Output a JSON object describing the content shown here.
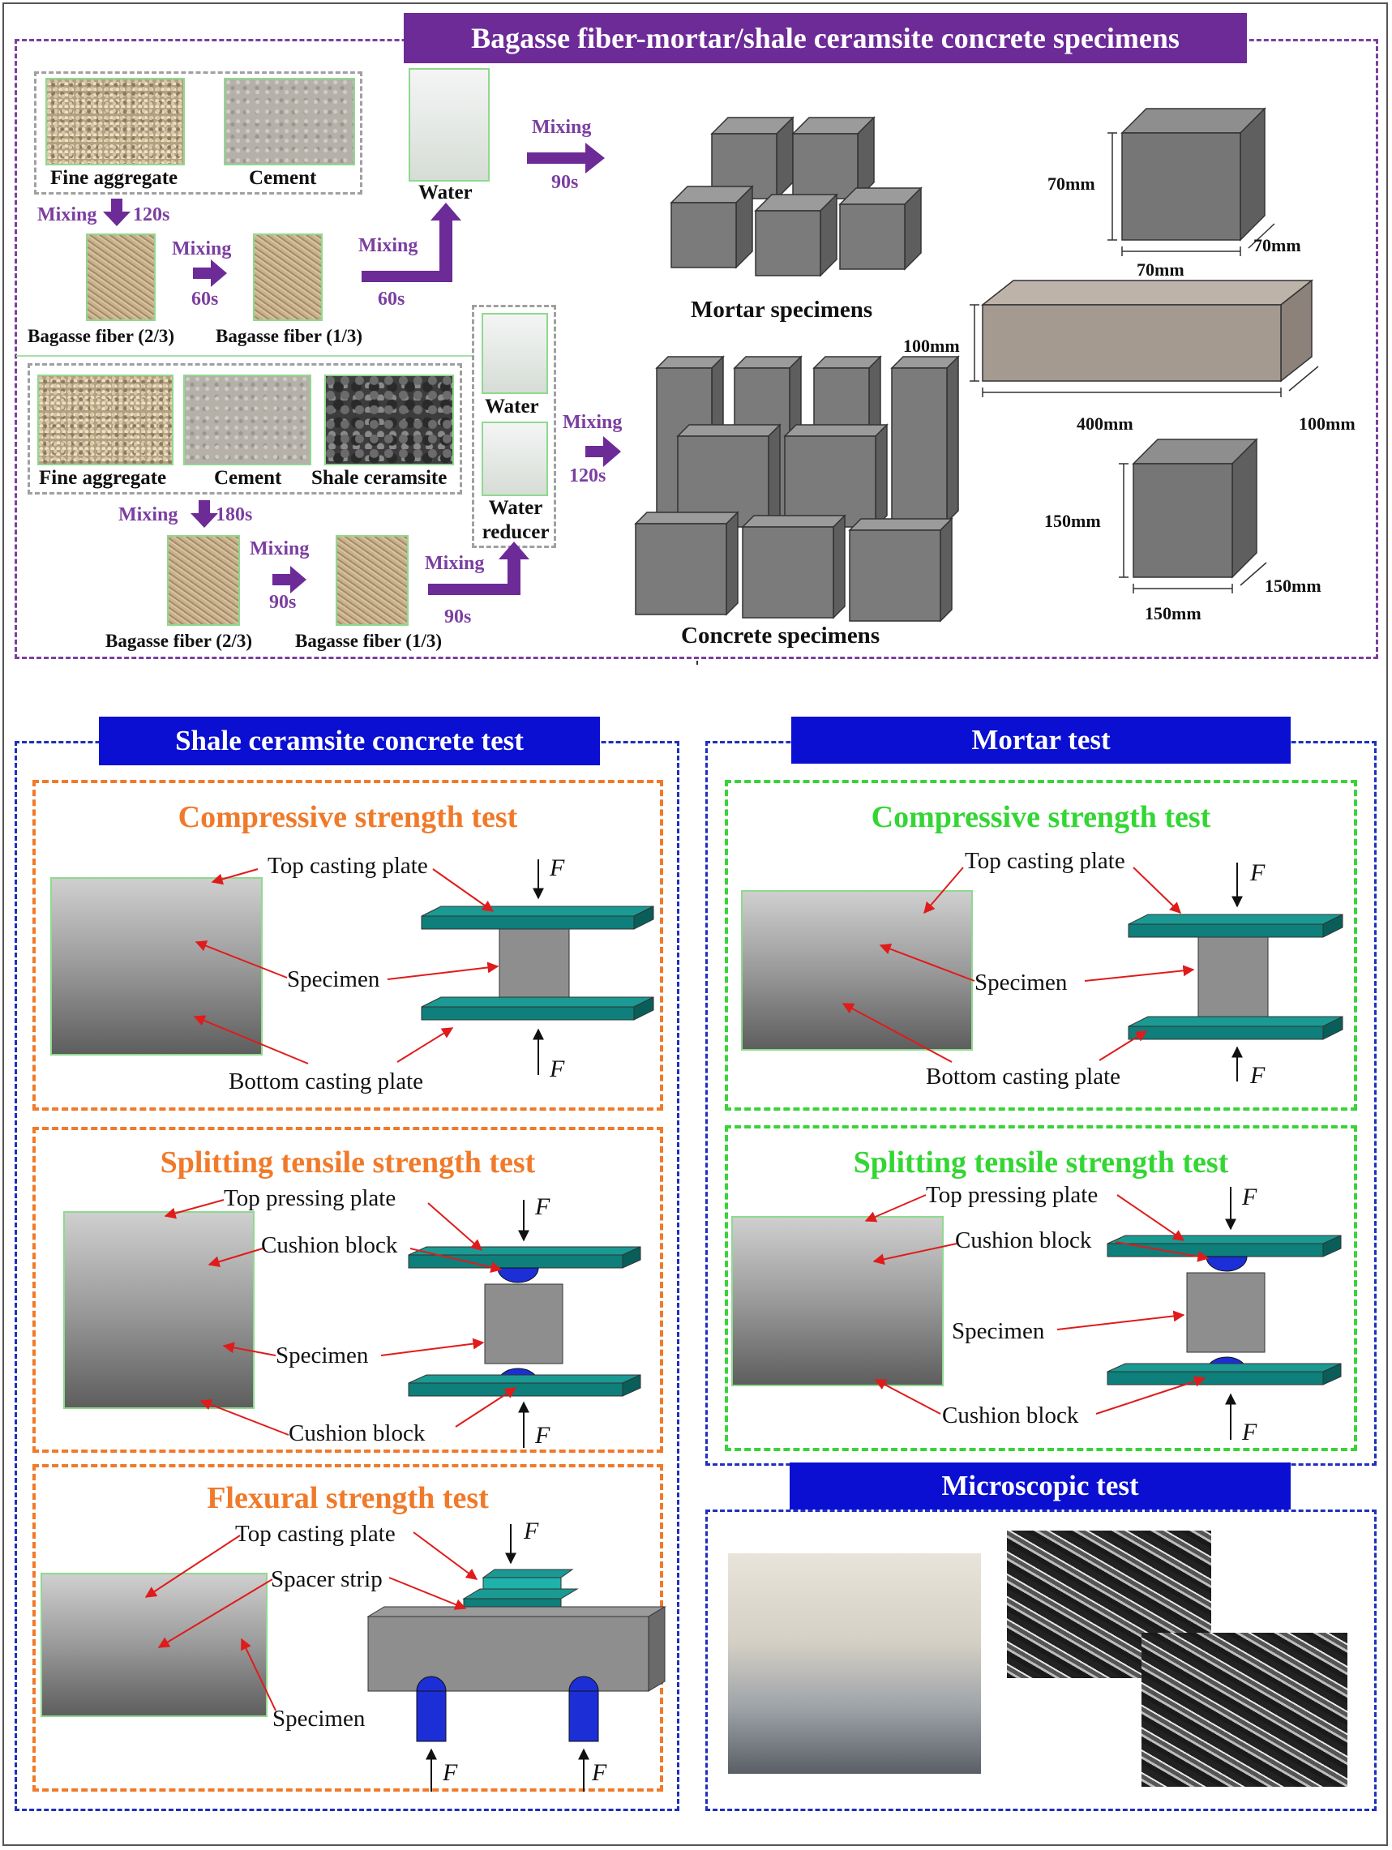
{
  "top": {
    "title": "Bagasse fiber-mortar/shale ceramsite concrete specimens",
    "mortar_mix": {
      "fine_aggregate": "Fine aggregate",
      "cement": "Cement",
      "water": "Water",
      "mix1": "Mixing",
      "mix1_time": "120s",
      "fiber_a": "Bagasse fiber (2/3)",
      "mix2": "Mixing",
      "mix2_time": "60s",
      "fiber_b": "Bagasse fiber (1/3)",
      "mix3": "Mixing",
      "mix3_time": "60s",
      "mix4": "Mixing",
      "mix4_time": "90s"
    },
    "concrete_mix": {
      "fine_aggregate": "Fine aggregate",
      "cement": "Cement",
      "shale": "Shale ceramsite",
      "water": "Water",
      "water_reducer": "Water reducer",
      "mix1": "Mixing",
      "mix1_time": "180s",
      "fiber_a": "Bagasse fiber (2/3)",
      "mix2": "Mixing",
      "mix2_time": "90s",
      "fiber_b": "Bagasse fiber (1/3)",
      "mix3": "Mixing",
      "mix3_time": "90s",
      "mix4": "Mixing",
      "mix4_time": "120s"
    },
    "mortar_label": "Mortar specimens",
    "concrete_label": "Concrete specimens",
    "dims": {
      "cube70_h": "70mm",
      "cube70_w": "70mm",
      "cube70_d": "70mm",
      "beam_h": "100mm",
      "beam_l": "400mm",
      "beam_d": "100mm",
      "cube150_h": "150mm",
      "cube150_w": "150mm",
      "cube150_d": "150mm"
    }
  },
  "concrete_test": {
    "title": "Shale ceramsite concrete test",
    "compressive": {
      "title": "Compressive strength test",
      "top_plate": "Top casting plate",
      "specimen": "Specimen",
      "bottom_plate": "Bottom casting plate",
      "force": "F"
    },
    "splitting": {
      "title": "Splitting tensile strength test",
      "top_plate": "Top pressing plate",
      "cushion_top": "Cushion block",
      "specimen": "Specimen",
      "cushion_bottom": "Cushion block",
      "force": "F"
    },
    "flexural": {
      "title": "Flexural strength test",
      "top_plate": "Top casting plate",
      "spacer": "Spacer strip",
      "specimen": "Specimen",
      "force": "F"
    }
  },
  "mortar_test": {
    "title": "Mortar test",
    "compressive": {
      "title": "Compressive strength test",
      "top_plate": "Top casting plate",
      "specimen": "Specimen",
      "bottom_plate": "Bottom casting plate",
      "force": "F"
    },
    "splitting": {
      "title": "Splitting tensile strength test",
      "top_plate": "Top pressing plate",
      "cushion_top": "Cushion block",
      "specimen": "Specimen",
      "cushion_bottom": "Cushion block",
      "force": "F"
    }
  },
  "micro_test": {
    "title": "Microscopic test"
  },
  "colors": {
    "purple": "#6d2b97",
    "blue": "#0a0fd2",
    "orange": "#f07a2a",
    "green": "#33d633",
    "teal_plate": "#0e7f7a",
    "specimen_gray": "#8e8e8e",
    "cushion_blue": "#1c2fd6"
  }
}
